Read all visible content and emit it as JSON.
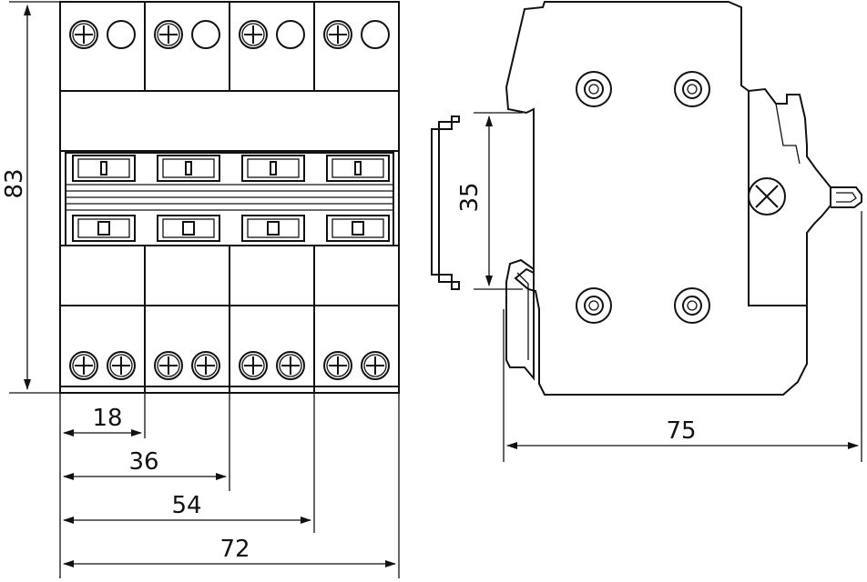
{
  "dimensions": {
    "height": "83",
    "width_1": "18",
    "width_2": "36",
    "width_3": "54",
    "width_4": "72",
    "rail": "35",
    "depth": "75"
  }
}
